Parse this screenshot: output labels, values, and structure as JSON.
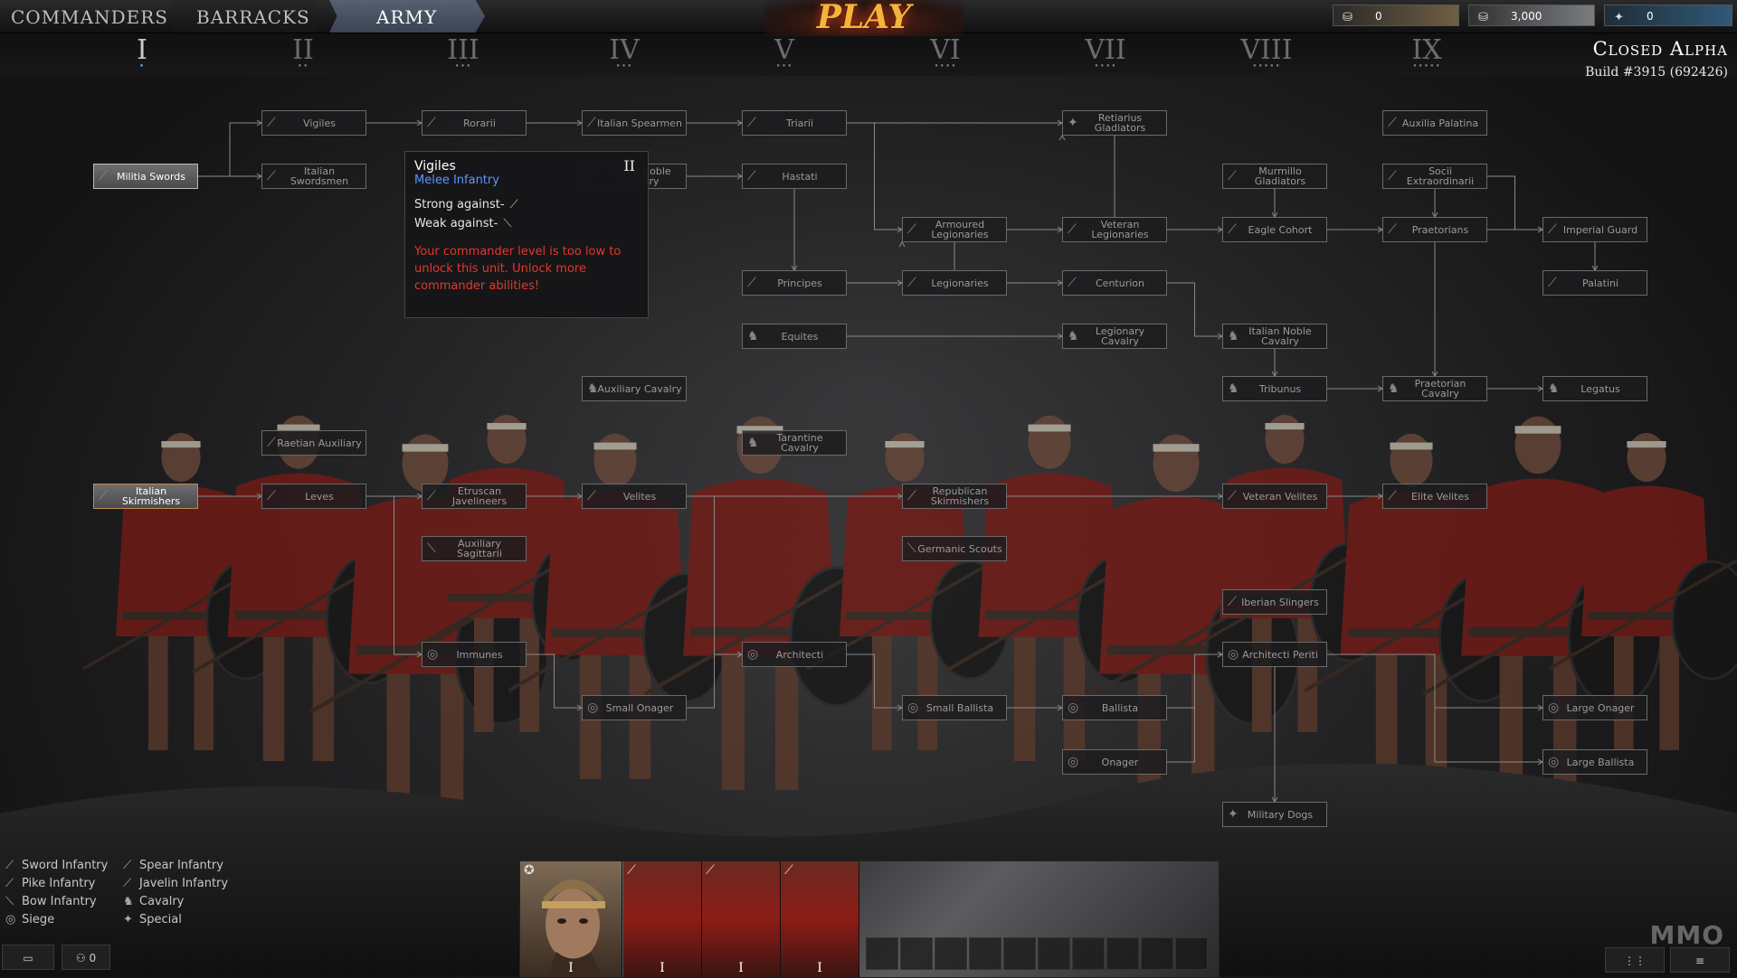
{
  "nav": {
    "tabs": [
      {
        "label": "COMMANDERS"
      },
      {
        "label": "BARRACKS"
      },
      {
        "label": "ARMY"
      }
    ],
    "play_label": "PLAY"
  },
  "currencies": {
    "gold": "0",
    "silver": "3,000",
    "xp": "0"
  },
  "tiers": [
    "I",
    "II",
    "III",
    "IV",
    "V",
    "VI",
    "VII",
    "VIII",
    "IX"
  ],
  "tier_dots": [
    "•",
    "••",
    "•••",
    "•••",
    "•••",
    "••••",
    "••••",
    "•••••",
    "•••••"
  ],
  "header": {
    "title": "Closed Alpha",
    "build": "Build #3915 (692426)"
  },
  "units": {
    "militia_swords": "Militia Swords",
    "vigiles": "Vigiles",
    "italian_swordsmen": "Italian Swordsmen",
    "rorarii": "Rorarii",
    "italian_spearmen": "Italian Spearmen",
    "italian_noble_infantry": "Italian Noble Infantry",
    "triarii": "Triarii",
    "hastati": "Hastati",
    "principes": "Principes",
    "equites": "Equites",
    "auxiliary_cavalry": "Auxiliary Cavalry",
    "retiarius_gladiators": "Retiarius Gladiators",
    "armoured_legionaries": "Armoured Legionaries",
    "veteran_legionaries": "Veteran Legionaries",
    "legionaries": "Legionaries",
    "centurion": "Centurion",
    "legionary_cavalry": "Legionary Cavalry",
    "murmillo_gladiators": "Murmillo Gladiators",
    "eagle_cohort": "Eagle Cohort",
    "italian_noble_cavalry": "Italian Noble Cavalry",
    "tribunus": "Tribunus",
    "auxilia_palatina": "Auxilia Palatina",
    "socii_extraordinarii": "Socii Extraordinarii",
    "praetorians": "Praetorians",
    "praetorian_cavalry": "Praetorian Cavalry",
    "imperial_guard": "Imperial Guard",
    "palatini": "Palatini",
    "legatus": "Legatus",
    "raetian_auxiliary": "Raetian Auxiliary",
    "italian_skirmishers": "Italian Skirmishers",
    "leves": "Leves",
    "etruscan_javelineers": "Etruscan Javelineers",
    "auxiliary_sagittarii": "Auxiliary Sagittarii",
    "velites": "Velites",
    "tarantine_cavalry": "Tarantine Cavalry",
    "republican_skirmishers": "Republican Skirmishers",
    "germanic_scouts": "Germanic Scouts",
    "veteran_velites": "Veteran Velites",
    "elite_velites": "Elite Velites",
    "iberian_slingers": "Iberian Slingers",
    "immunes": "Immunes",
    "small_onager": "Small Onager",
    "architecti": "Architecti",
    "small_ballista": "Small Ballista",
    "ballista": "Ballista",
    "onager": "Onager",
    "architecti_periti": "Architecti Periti",
    "military_dogs": "Military Dogs",
    "large_onager": "Large Onager",
    "large_ballista": "Large Ballista"
  },
  "tooltip": {
    "title": "Vigiles",
    "tier": "II",
    "class": "Melee Infantry",
    "strong": "Strong against-",
    "weak": "Weak against-",
    "warning": "Your commander level is too low to unlock this unit. Unlock more commander abilities!"
  },
  "legend": [
    {
      "label": "Sword Infantry",
      "icon": "sword-icon"
    },
    {
      "label": "Spear Infantry",
      "icon": "spear-icon"
    },
    {
      "label": "Pike Infantry",
      "icon": "pike-icon"
    },
    {
      "label": "Javelin Infantry",
      "icon": "javelin-icon"
    },
    {
      "label": "Bow Infantry",
      "icon": "bow-icon"
    },
    {
      "label": "Cavalry",
      "icon": "cavalry-icon"
    },
    {
      "label": "Siege",
      "icon": "siege-icon"
    },
    {
      "label": "Special",
      "icon": "special-icon"
    }
  ],
  "bottom": {
    "squad_count": "0"
  },
  "roster": [
    {
      "tier": "I"
    },
    {
      "tier": "I"
    },
    {
      "tier": "I"
    },
    {
      "tier": "I"
    }
  ],
  "watermark": "MMO",
  "colors": {
    "accent_blue": "#5b95ff",
    "warning_red": "#e2382c",
    "play_gold": "#f2b43a"
  }
}
